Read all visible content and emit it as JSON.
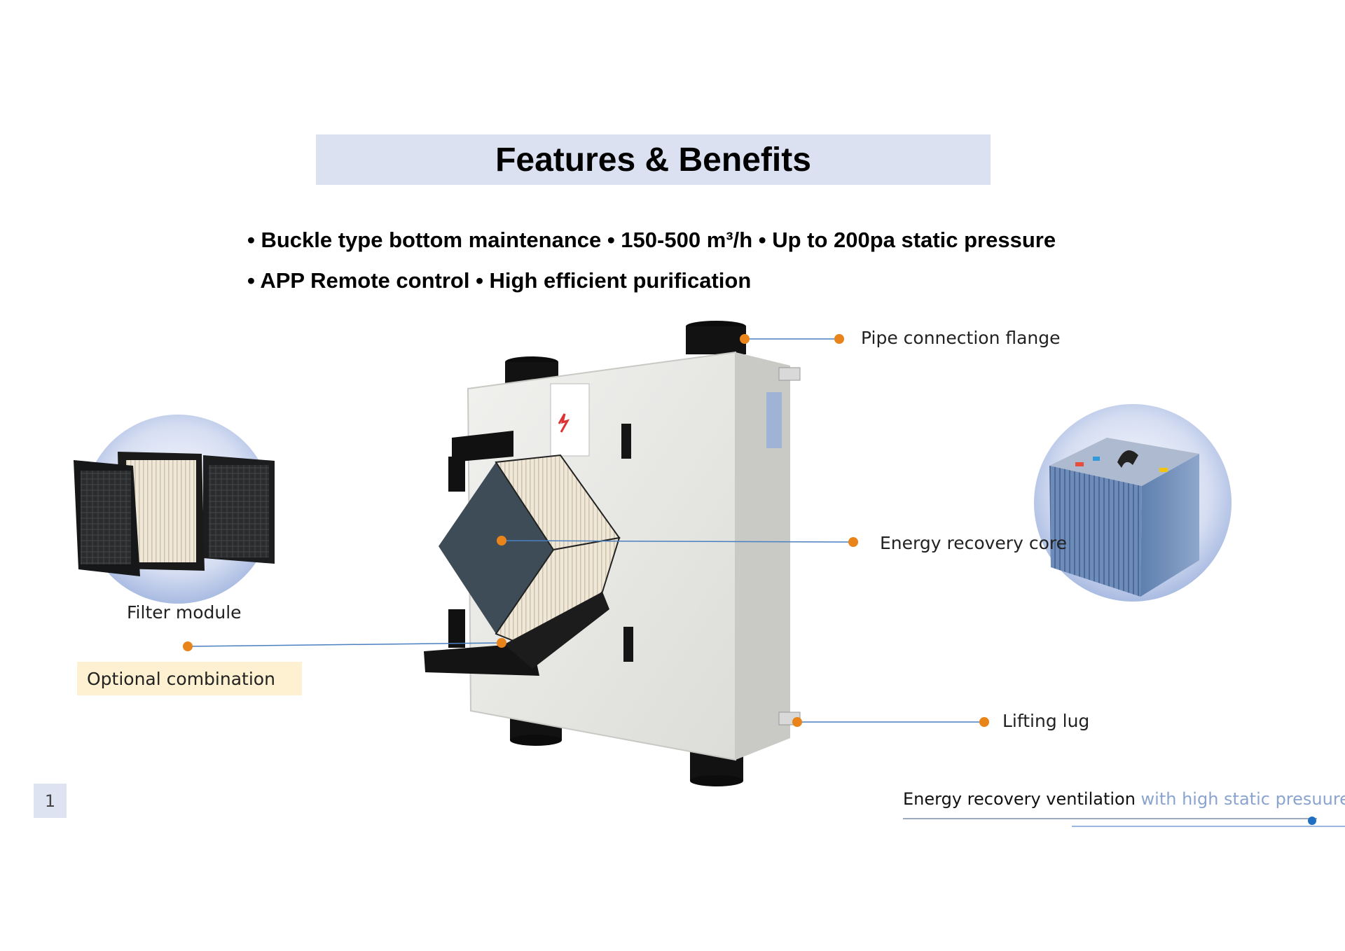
{
  "title": "Features & Benefits",
  "bullets": {
    "line1": "• Buckle type bottom maintenance  • 150-500 m³/h  • Up to 200pa static pressure",
    "line2": "• APP Remote control  • High efficient purification"
  },
  "callouts": {
    "pipe": "Pipe connection flange",
    "core": "Energy recovery core",
    "filter": "Filter module",
    "optional": "Optional combination",
    "lug": "Lifting lug"
  },
  "page_number": "1",
  "footer": {
    "dark": "Energy recovery ventilation ",
    "light": "with high static presuure"
  },
  "colors": {
    "accent_orange": "#e8841a",
    "line_blue": "#4a7fc0",
    "title_bg": "#dce1f2",
    "optional_bg": "#fdf1d1"
  }
}
